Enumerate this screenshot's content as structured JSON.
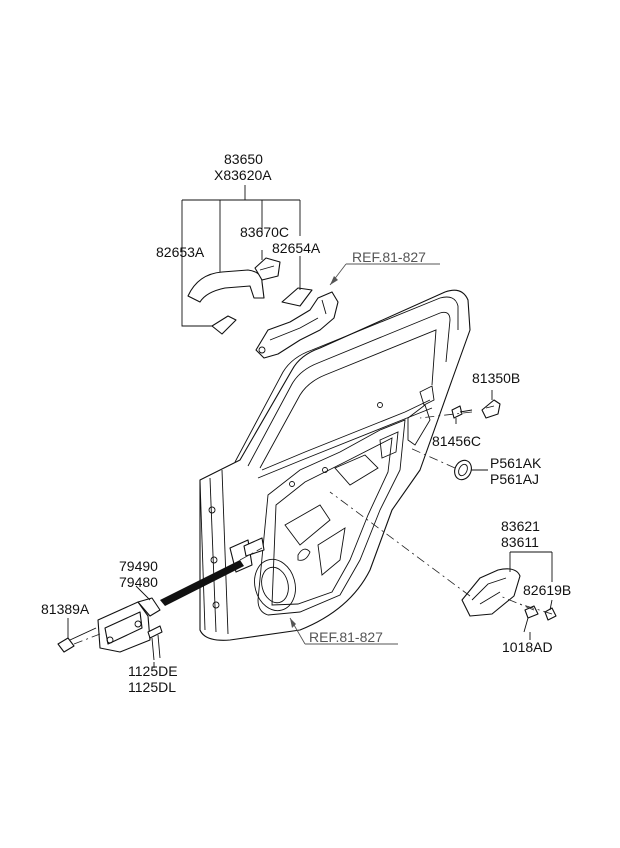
{
  "labels": {
    "l83650": "83650",
    "lX83620A": "X83620A",
    "l82653A": "82653A",
    "l83670C": "83670C",
    "l82654A": "82654A",
    "ref_top": "REF.81-827",
    "l81350B": "81350B",
    "l81456C": "81456C",
    "lP561AK": "P561AK",
    "lP561AJ": "P561AJ",
    "l83621": "83621",
    "l83611": "83611",
    "l82619B": "82619B",
    "l1018AD": "1018AD",
    "ref_bottom": "REF.81-827",
    "l79490": "79490",
    "l79480": "79480",
    "l81389A": "81389A",
    "l1125DE": "1125DE",
    "l1125DL": "1125DL"
  }
}
